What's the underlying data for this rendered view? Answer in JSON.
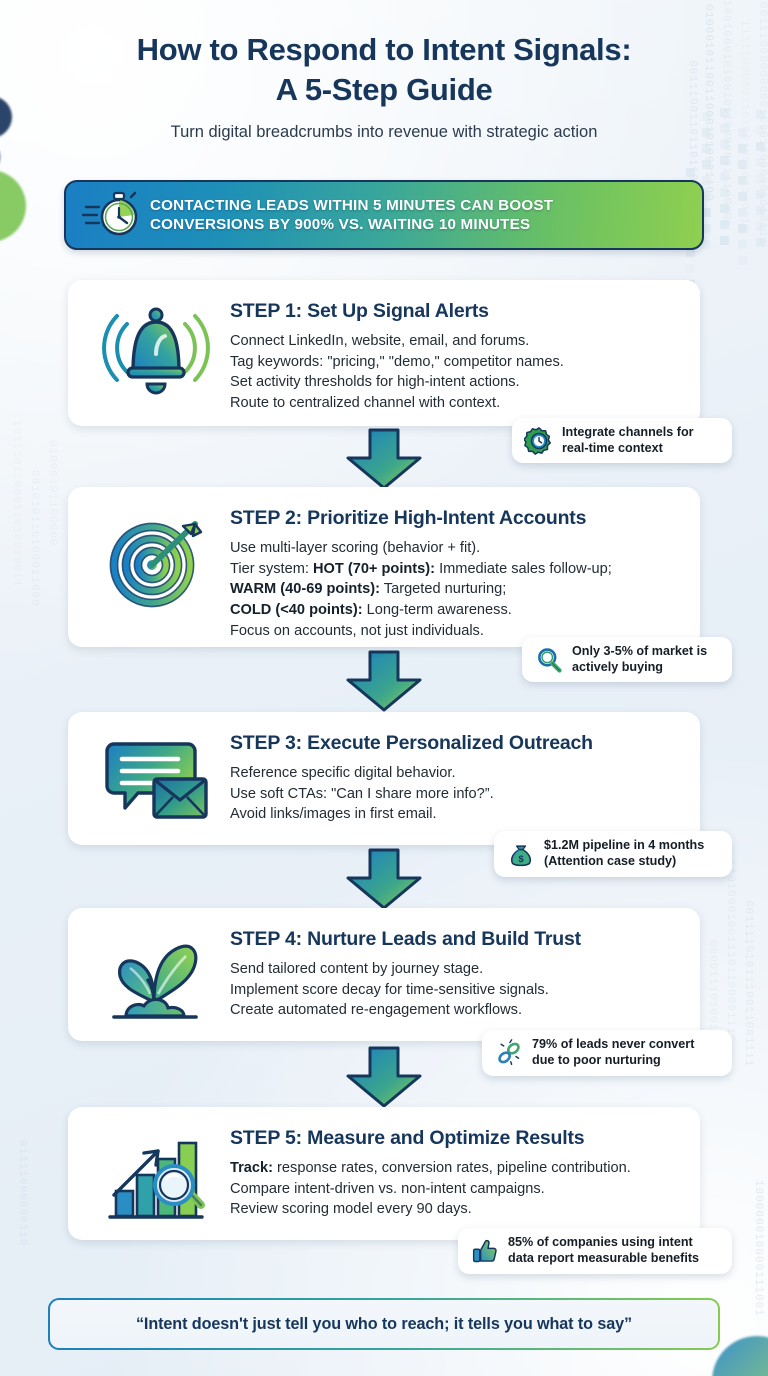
{
  "header": {
    "title_line1": "How to Respond to Intent Signals:",
    "title_line2": "A 5-Step Guide",
    "subtitle": "Turn digital breadcrumbs into revenue with strategic action"
  },
  "banner": {
    "icon": "stopwatch-icon",
    "line1": "CONTACTING LEADS WITHIN 5 MINUTES CAN BOOST",
    "line2": "CONVERSIONS BY 900% VS. WAITING 10 MINUTES"
  },
  "steps": [
    {
      "icon": "bell-icon",
      "title": "STEP 1: Set Up Signal Alerts",
      "lines": [
        [
          {
            "t": "Connect LinkedIn, website, email, and forums.",
            "b": false
          }
        ],
        [
          {
            "t": "Tag keywords: \"pricing,\" \"demo,\" competitor names.",
            "b": false
          }
        ],
        [
          {
            "t": "Set activity thresholds for high-intent actions.",
            "b": false
          }
        ],
        [
          {
            "t": "Route to centralized channel with context.",
            "b": false
          }
        ]
      ]
    },
    {
      "icon": "target-icon",
      "title": "STEP 2: Prioritize High-Intent Accounts",
      "lines": [
        [
          {
            "t": "Use multi-layer scoring (behavior + fit).",
            "b": false
          }
        ],
        [
          {
            "t": "Tier system: ",
            "b": false
          },
          {
            "t": "HOT (70+ points):",
            "b": true
          },
          {
            "t": " Immediate sales follow-up;",
            "b": false
          }
        ],
        [
          {
            "t": "WARM (40-69 points):",
            "b": true
          },
          {
            "t": " Targeted nurturing;",
            "b": false
          }
        ],
        [
          {
            "t": "COLD (<40 points):",
            "b": true
          },
          {
            "t": " Long-term awareness.",
            "b": false
          }
        ],
        [
          {
            "t": "Focus on accounts, not just individuals.",
            "b": false
          }
        ]
      ]
    },
    {
      "icon": "chat-email-icon",
      "title": "STEP 3: Execute Personalized Outreach",
      "lines": [
        [
          {
            "t": "Reference specific digital behavior.",
            "b": false
          }
        ],
        [
          {
            "t": "Use soft CTAs: \"Can I share more info?”.",
            "b": false
          }
        ],
        [
          {
            "t": "Avoid links/images in first email.",
            "b": false
          }
        ]
      ]
    },
    {
      "icon": "seedling-icon",
      "title": "STEP 4: Nurture Leads and Build Trust",
      "lines": [
        [
          {
            "t": "Send tailored content by journey stage.",
            "b": false
          }
        ],
        [
          {
            "t": "Implement score decay for time-sensitive signals.",
            "b": false
          }
        ],
        [
          {
            "t": "Create automated re-engagement workflows.",
            "b": false
          }
        ]
      ]
    },
    {
      "icon": "bar-chart-magnifier-icon",
      "title": "STEP 5: Measure and Optimize Results",
      "lines": [
        [
          {
            "t": "Track:",
            "b": true
          },
          {
            "t": " response rates, conversion rates, pipeline contribution.",
            "b": false
          }
        ],
        [
          {
            "t": "Compare intent-driven vs. non-intent campaigns.",
            "b": false
          }
        ],
        [
          {
            "t": "Review scoring model every 90 days.",
            "b": false
          }
        ]
      ]
    }
  ],
  "badges": [
    {
      "icon": "gear-clock-icon",
      "line1": "Integrate channels for",
      "line2": "real-time context"
    },
    {
      "icon": "magnifier-icon",
      "line1": "Only 3-5% of market is",
      "line2": "actively buying"
    },
    {
      "icon": "money-bag-icon",
      "line1": "$1.2M pipeline in 4 months",
      "line2": "(Attention case study)"
    },
    {
      "icon": "broken-chain-icon",
      "line1": "79% of leads never convert",
      "line2": "due to poor nurturing"
    },
    {
      "icon": "thumbs-up-icon",
      "line1": "85% of companies using intent",
      "line2": "data report measurable benefits"
    }
  ],
  "arrows": [
    {
      "name": "connector-arrow-1-2"
    },
    {
      "name": "connector-arrow-2-3"
    },
    {
      "name": "connector-arrow-3-4"
    },
    {
      "name": "connector-arrow-4-5"
    }
  ],
  "footer": {
    "quote": "“Intent doesn't just tell you who to reach; it tells you what to say”"
  },
  "colors": {
    "navy": "#16365c",
    "blue": "#1b7fc4",
    "teal": "#35a39e",
    "green": "#8fd04f",
    "page_bg": "#eef3f8",
    "card_bg": "#ffffff"
  }
}
